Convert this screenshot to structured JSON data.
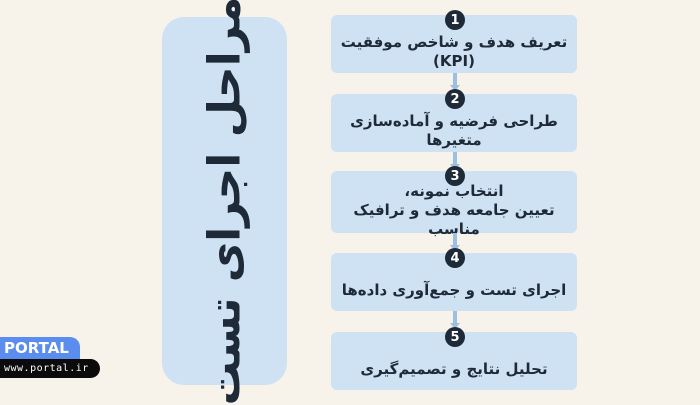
{
  "title": "مراحل اجرای تست",
  "steps": [
    {
      "number": "1",
      "text": "تعریف هدف و شاخص موفقیت (KPI)"
    },
    {
      "number": "2",
      "text": "طراحی فرضیه و آماده‌سازی متغیرها"
    },
    {
      "number": "3",
      "text": "انتخاب نمونه،\nتعیین جامعه هدف و ترافیک مناسب"
    },
    {
      "number": "4",
      "text": "اجرای تست و جمع‌آوری داده‌ها"
    },
    {
      "number": "5",
      "text": "تحلیل نتایج و تصمیم‌گیری"
    }
  ],
  "brand": {
    "name": "PORTAL",
    "url": "www.portal.ir"
  },
  "colors": {
    "background": "#f7f3ea",
    "box": "#cfe2f3",
    "badge": "#1e2a38",
    "arrow": "#9dc0e2",
    "brand": "#5b8def"
  }
}
